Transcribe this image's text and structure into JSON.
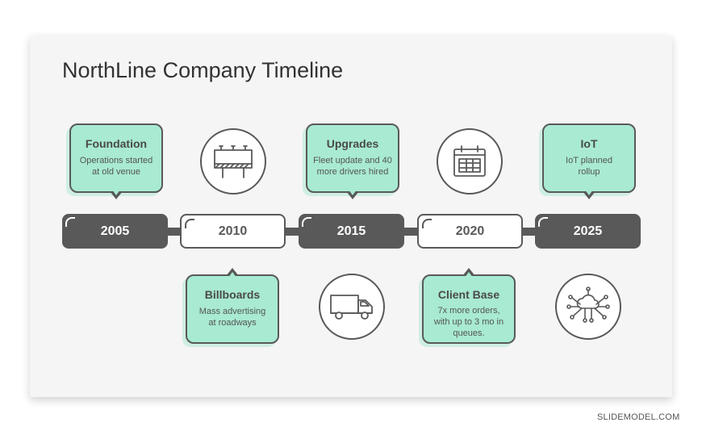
{
  "title": "NorthLine Company Timeline",
  "credit": "SLIDEMODEL.COM",
  "colors": {
    "mint": "#a8ead2",
    "dark": "#595959",
    "background": "#f5f5f5"
  },
  "years": [
    "2005",
    "2010",
    "2015",
    "2020",
    "2025"
  ],
  "callouts": [
    {
      "title": "Foundation",
      "lines": [
        "Operations started",
        "at old venue"
      ]
    },
    {
      "title": "Billboards",
      "lines": [
        "Mass advertising",
        "at roadways"
      ]
    },
    {
      "title": "Upgrades",
      "lines": [
        "Fleet update and 40",
        "more drivers hired"
      ]
    },
    {
      "title": "Client Base",
      "lines": [
        "7x more orders,",
        "with up to 3 mo in",
        "queues."
      ]
    },
    {
      "title": "IoT",
      "lines": [
        "IoT planned",
        "rollup"
      ]
    }
  ],
  "icons": [
    "billboard-icon",
    "truck-icon",
    "calendar-icon",
    "cloud-network-icon"
  ]
}
